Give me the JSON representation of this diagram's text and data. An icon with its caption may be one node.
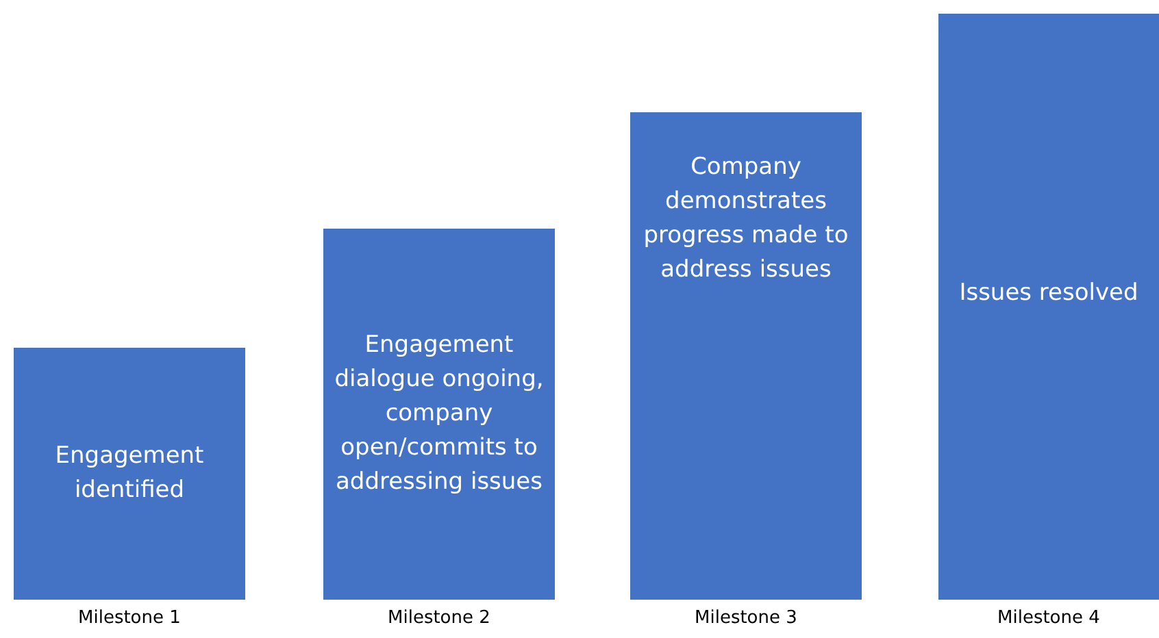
{
  "diagram": {
    "nodes": [
      {
        "text": [
          "Engagement identified"
        ],
        "beside": [
          "Milestone 1"
        ]
      },
      {
        "text": [
          "Engagement dialogue ongoing, company open/commits to addressing issues"
        ],
        "beside": [
          "Milestone 2"
        ]
      },
      {
        "text": [
          "Company demonstrates progress made to address issues"
        ],
        "beside": [
          "Milestone 3"
        ]
      },
      {
        "text": [
          "Issues resolved"
        ],
        "beside": [
          "Milestone 4"
        ]
      }
    ]
  }
}
